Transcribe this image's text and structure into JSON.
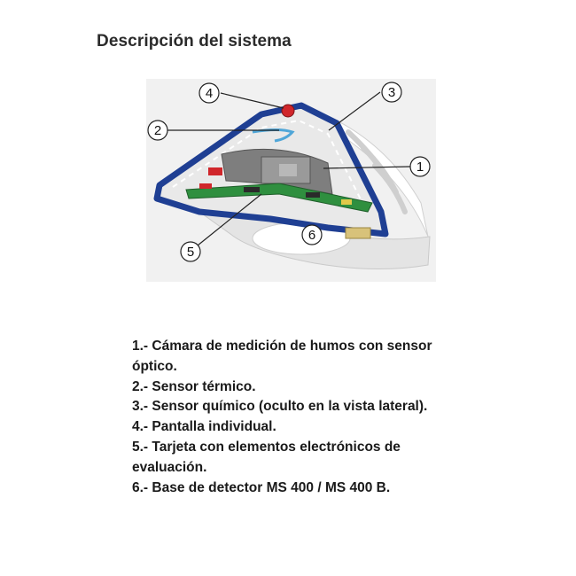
{
  "header": {
    "title": "Descripción del sistema"
  },
  "figure": {
    "callouts": [
      "1",
      "2",
      "3",
      "4",
      "5",
      "6"
    ],
    "colors": {
      "housing_blue": "#1f3f93",
      "background": "#f1f1f1",
      "pcb_green": "#2f8f3f",
      "component_red": "#d0262b",
      "callout_fill": "#ffffff"
    }
  },
  "legend": {
    "items": [
      "1.- Cámara de medición de humos con sensor óptico.",
      "2.- Sensor térmico.",
      "3.- Sensor químico (oculto en la vista lateral).",
      "4.- Pantalla individual.",
      "5.- Tarjeta con elementos electrónicos de evaluación.",
      "6.- Base de detector MS 400 / MS 400 B."
    ]
  }
}
